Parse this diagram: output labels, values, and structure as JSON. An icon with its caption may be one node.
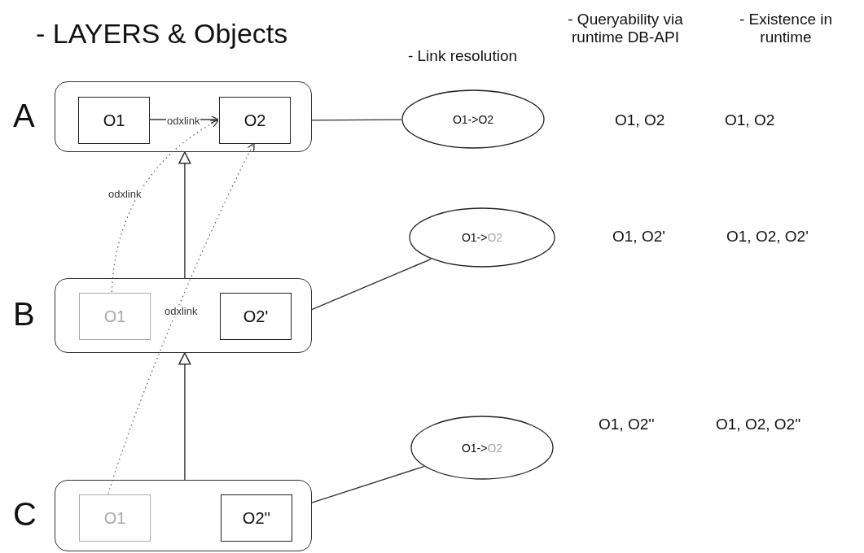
{
  "diagram": {
    "title": "- LAYERS & Objects",
    "nodes": [
      {
        "text": [
          "A"
        ]
      },
      {
        "text": [
          "O1"
        ],
        "in": 0
      },
      {
        "text": [
          "O2"
        ],
        "in": 0
      },
      {
        "text": [
          "B"
        ]
      },
      {
        "text": [
          "O1"
        ],
        "in": 3
      },
      {
        "text": [
          "O2'"
        ],
        "in": 3
      },
      {
        "text": [
          "C"
        ]
      },
      {
        "text": [
          "O1"
        ],
        "in": 6
      },
      {
        "text": [
          "O2''"
        ],
        "in": 6
      },
      {
        "text": [
          "O1->",
          "O2"
        ]
      },
      {
        "text": [
          "O1->",
          "O2"
        ]
      },
      {
        "text": [
          "O1->",
          "O2"
        ]
      }
    ],
    "edges": [
      {
        "from": 1,
        "to": 2,
        "arrow": "to",
        "label": "odxlink"
      },
      {
        "from": 3,
        "to": 0,
        "arrow": "to"
      },
      {
        "from": 6,
        "to": 3,
        "arrow": "to"
      },
      {
        "from": 0,
        "to": 9,
        "arrow": "none"
      },
      {
        "from": 3,
        "to": 10,
        "arrow": "none"
      },
      {
        "from": 6,
        "to": 11,
        "arrow": "none"
      },
      {
        "from": 4,
        "to": 2,
        "arrow": "to",
        "style": "dashed",
        "label": "odxlink"
      },
      {
        "from": 7,
        "to": 2,
        "arrow": "to",
        "style": "dashed",
        "label": "odxlink"
      }
    ],
    "labels": [
      "- Link resolution",
      "- Queryability via runtime DB-API",
      "- Existence in runtime",
      "O1, O2",
      "O1, O2",
      "O1, O2'",
      "O1, O2, O2'",
      "O1, O2''",
      "O1, O2, O2''"
    ]
  }
}
